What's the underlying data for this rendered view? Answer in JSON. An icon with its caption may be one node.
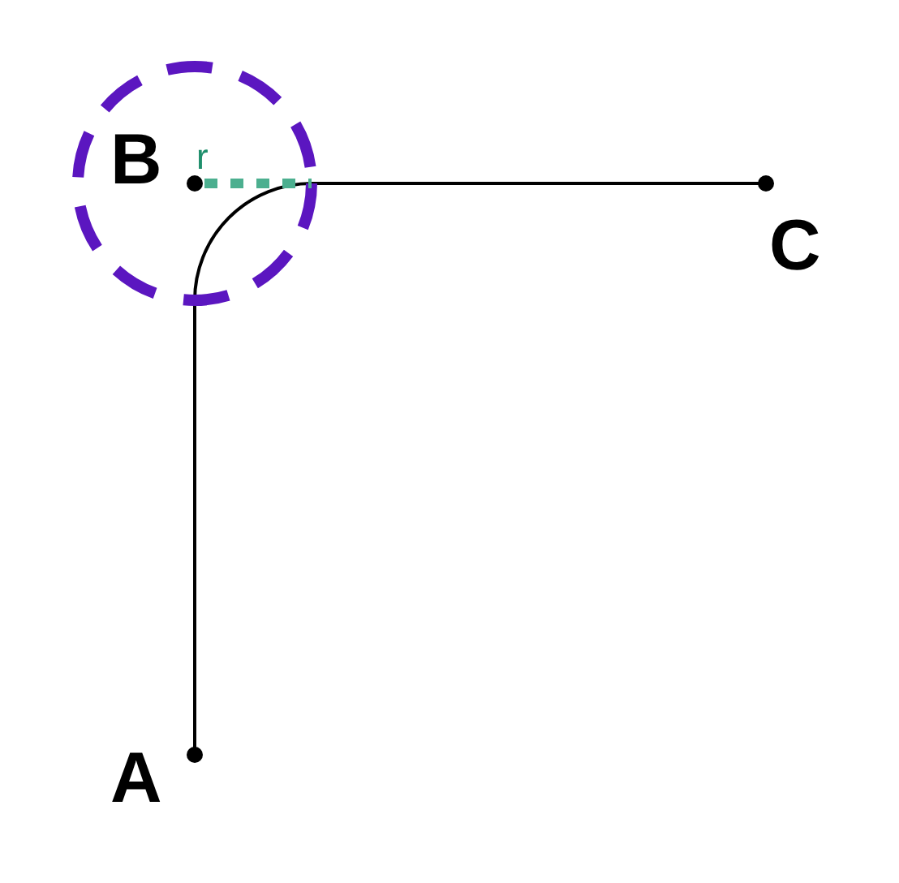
{
  "diagram": {
    "labels": [
      "B",
      "r",
      "C",
      "A"
    ]
  }
}
